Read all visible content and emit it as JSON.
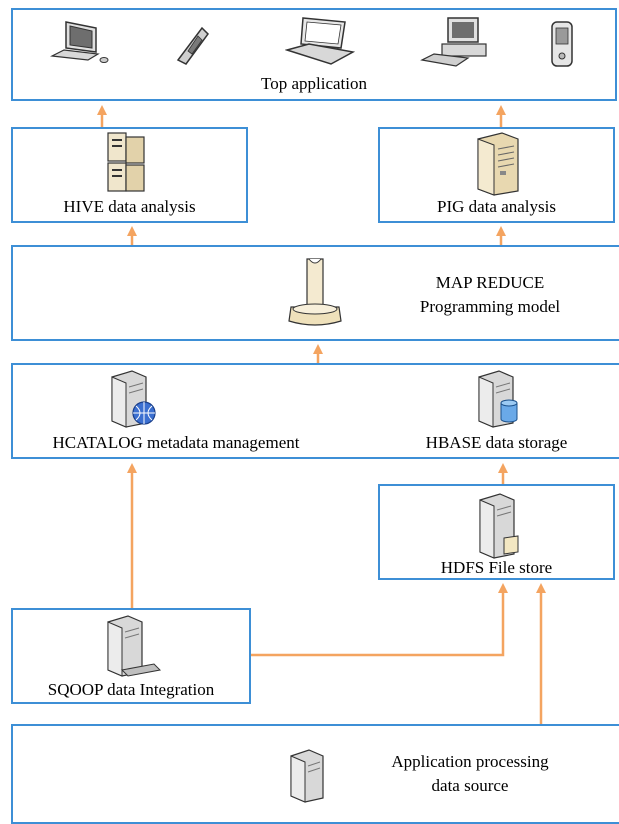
{
  "colors": {
    "box_border": "#3d8fd6",
    "arrow": "#f4a460"
  },
  "top": {
    "label": "Top application",
    "icons": [
      "desktop-computer-icon",
      "mobile-phone-icon",
      "laptop-icon",
      "workstation-icon",
      "pda-icon"
    ]
  },
  "hive": {
    "label": "HIVE data analysis",
    "icon": "server-rack-icon"
  },
  "pig": {
    "label": "PIG data analysis",
    "icon": "tower-server-icon"
  },
  "mapreduce": {
    "line1": "MAP REDUCE",
    "line2": "Programming model",
    "icon": "mainframe-icon"
  },
  "hcatalog": {
    "label": "HCATALOG metadata management",
    "icon": "web-server-icon"
  },
  "hbase": {
    "label": "HBASE data storage",
    "icon": "database-server-icon"
  },
  "hdfs": {
    "label": "HDFS File store",
    "icon": "file-server-icon"
  },
  "sqoop": {
    "label": "SQOOP data Integration",
    "icon": "integration-server-icon"
  },
  "source": {
    "line1": "Application processing",
    "line2": "data source",
    "icon": "application-server-icon"
  }
}
